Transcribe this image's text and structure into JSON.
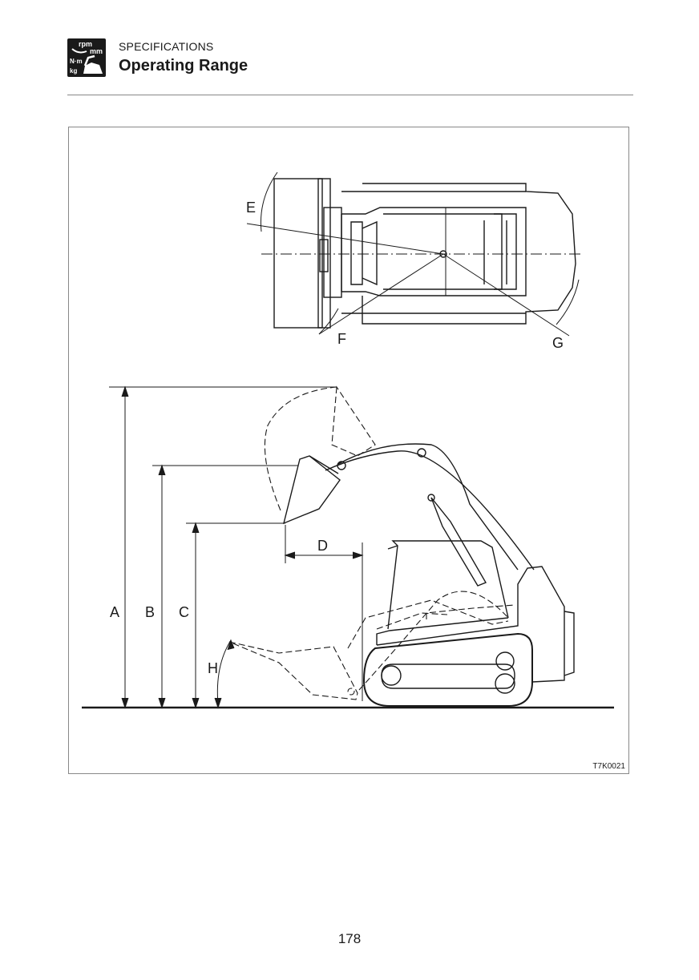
{
  "header": {
    "badge_icon": "specifications-rpm-mm-nm-kg-icon",
    "badge_text": {
      "rpm": "rpm",
      "mm": "mm",
      "nm": "N·m",
      "kg": "kg"
    },
    "section": "SPECIFICATIONS",
    "title": "Operating Range"
  },
  "figure": {
    "labels": {
      "A": "A",
      "B": "B",
      "C": "C",
      "D": "D",
      "E": "E",
      "F": "F",
      "G": "G",
      "H": "H"
    },
    "code": "T7K0021"
  },
  "page_number": "178"
}
